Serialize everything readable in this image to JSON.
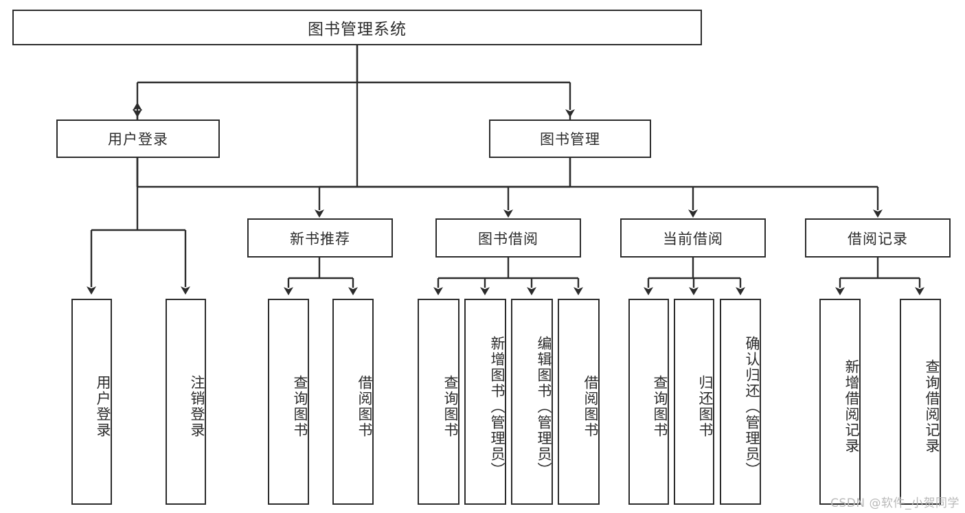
{
  "diagram": {
    "title": "图书管理系统",
    "type": "tree-hierarchy",
    "root": {
      "label": "图书管理系统"
    },
    "level2": [
      {
        "label": "用户登录"
      },
      {
        "label": "图书管理"
      }
    ],
    "level3": [
      {
        "label": "新书推荐"
      },
      {
        "label": "图书借阅"
      },
      {
        "label": "当前借阅"
      },
      {
        "label": "借阅记录"
      }
    ],
    "leaves": {
      "user_login": [
        {
          "label": "用户登录"
        },
        {
          "label": "注销登录"
        }
      ],
      "new_book_recommend": [
        {
          "label": "查询图书"
        },
        {
          "label": "借阅图书"
        }
      ],
      "book_borrow": [
        {
          "label": "查询图书"
        },
        {
          "label": "新增图书（管理员）"
        },
        {
          "label": "编辑图书（管理员）"
        },
        {
          "label": "借阅图书"
        }
      ],
      "current_borrow": [
        {
          "label": "查询图书"
        },
        {
          "label": "归还图书"
        },
        {
          "label": "确认归还（管理员）"
        }
      ],
      "borrow_record": [
        {
          "label": "新增借阅记录"
        },
        {
          "label": "查询借阅记录"
        }
      ]
    }
  },
  "watermark": {
    "text": "CSDN @软件_小贺同学"
  },
  "colors": {
    "stroke": "#2b2b2b",
    "fill": "#ffffff",
    "watermark": "#b9b9b9"
  }
}
